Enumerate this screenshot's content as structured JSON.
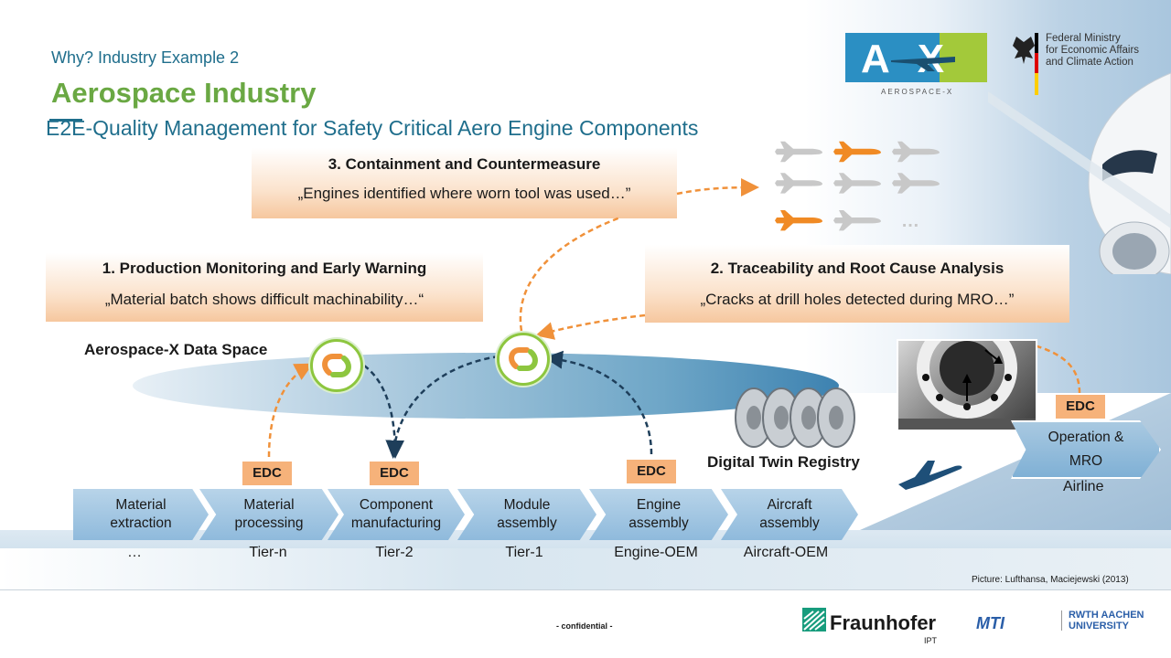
{
  "header": {
    "subtitle": "Why? Industry Example 2",
    "title": "Aerospace Industry",
    "headline": "E2E-Quality Management for Safety Critical Aero Engine Components"
  },
  "callouts": [
    {
      "heading": "3. Containment and Countermeasure",
      "quote": "„Engines identified where worn tool was used…”"
    },
    {
      "heading": "1. Production Monitoring and Early Warning",
      "quote": "„Material batch shows difficult machinability…“"
    },
    {
      "heading": "2. Traceability and Root Cause Analysis",
      "quote": "„Cracks at drill holes detected during MRO…”"
    }
  ],
  "data_space_label": "Aerospace-X Data Space",
  "edc_label": "EDC",
  "process_steps": [
    {
      "label": "Material extraction",
      "tier": "…"
    },
    {
      "label": "Material processing",
      "tier": "Tier-n"
    },
    {
      "label": "Component manufacturing",
      "tier": "Tier-2"
    },
    {
      "label": "Module assembly",
      "tier": "Tier-1"
    },
    {
      "label": "Engine assembly",
      "tier": "Engine-OEM"
    },
    {
      "label": "Aircraft assembly",
      "tier": "Aircraft-OEM"
    }
  ],
  "digital_twin_registry": "Digital Twin Registry",
  "operation": {
    "label_1": "Operation &",
    "label_2": "MRO",
    "tier": "Airline"
  },
  "fleet_more": "…",
  "picture_credit": "Picture: Lufthansa, Maciejewski (2013)",
  "footer": {
    "confidential": "- confidential -",
    "fraunhofer": "Fraunhofer",
    "fraunhofer_unit": "IPT",
    "mti": "MTI",
    "rwth": "RWTH AACHEN UNIVERSITY"
  },
  "logos": {
    "aerox": "AX",
    "aerox_sub": "AEROSPACE-X",
    "ministry_1": "Federal Ministry",
    "ministry_2": "for Economic Affairs",
    "ministry_3": "and Climate Action"
  },
  "colors": {
    "accent_green": "#6aa843",
    "accent_blue": "#1f6e8c",
    "edc_orange": "#f6b27a",
    "arrow_orange": "#f0913a",
    "arrow_navy": "#1e3e5a",
    "plane_orange": "#f08a24",
    "plane_gray": "#c8c8c8"
  }
}
